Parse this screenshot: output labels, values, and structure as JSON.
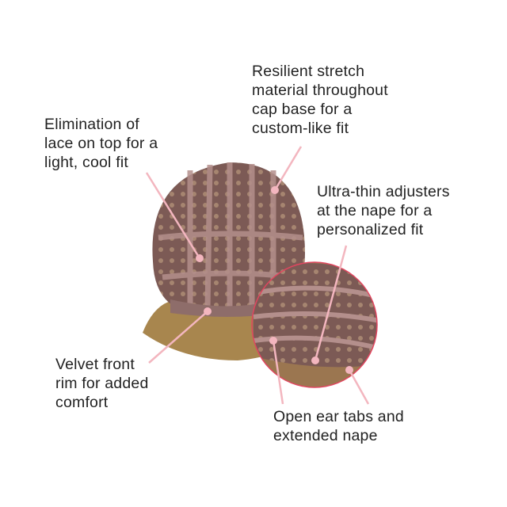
{
  "annotations": [
    {
      "id": "stretch-material",
      "text": "Resilient stretch\nmaterial throughout\ncap base for a\ncustom-like fit"
    },
    {
      "id": "lace-elimination",
      "text": "Elimination of\nlace on top for a\nlight, cool fit"
    },
    {
      "id": "adjusters",
      "text": "Ultra-thin adjusters\nat the nape for a\npersonalized fit"
    },
    {
      "id": "velvet-rim",
      "text": "Velvet front\nrim for added\ncomfort"
    },
    {
      "id": "ear-tabs",
      "text": "Open ear tabs and\nextended nape"
    }
  ],
  "colors": {
    "callout": "#f3b6bf",
    "inset_ring": "#e0465f",
    "cap": "#8a6565",
    "hair": "#a07a45"
  }
}
